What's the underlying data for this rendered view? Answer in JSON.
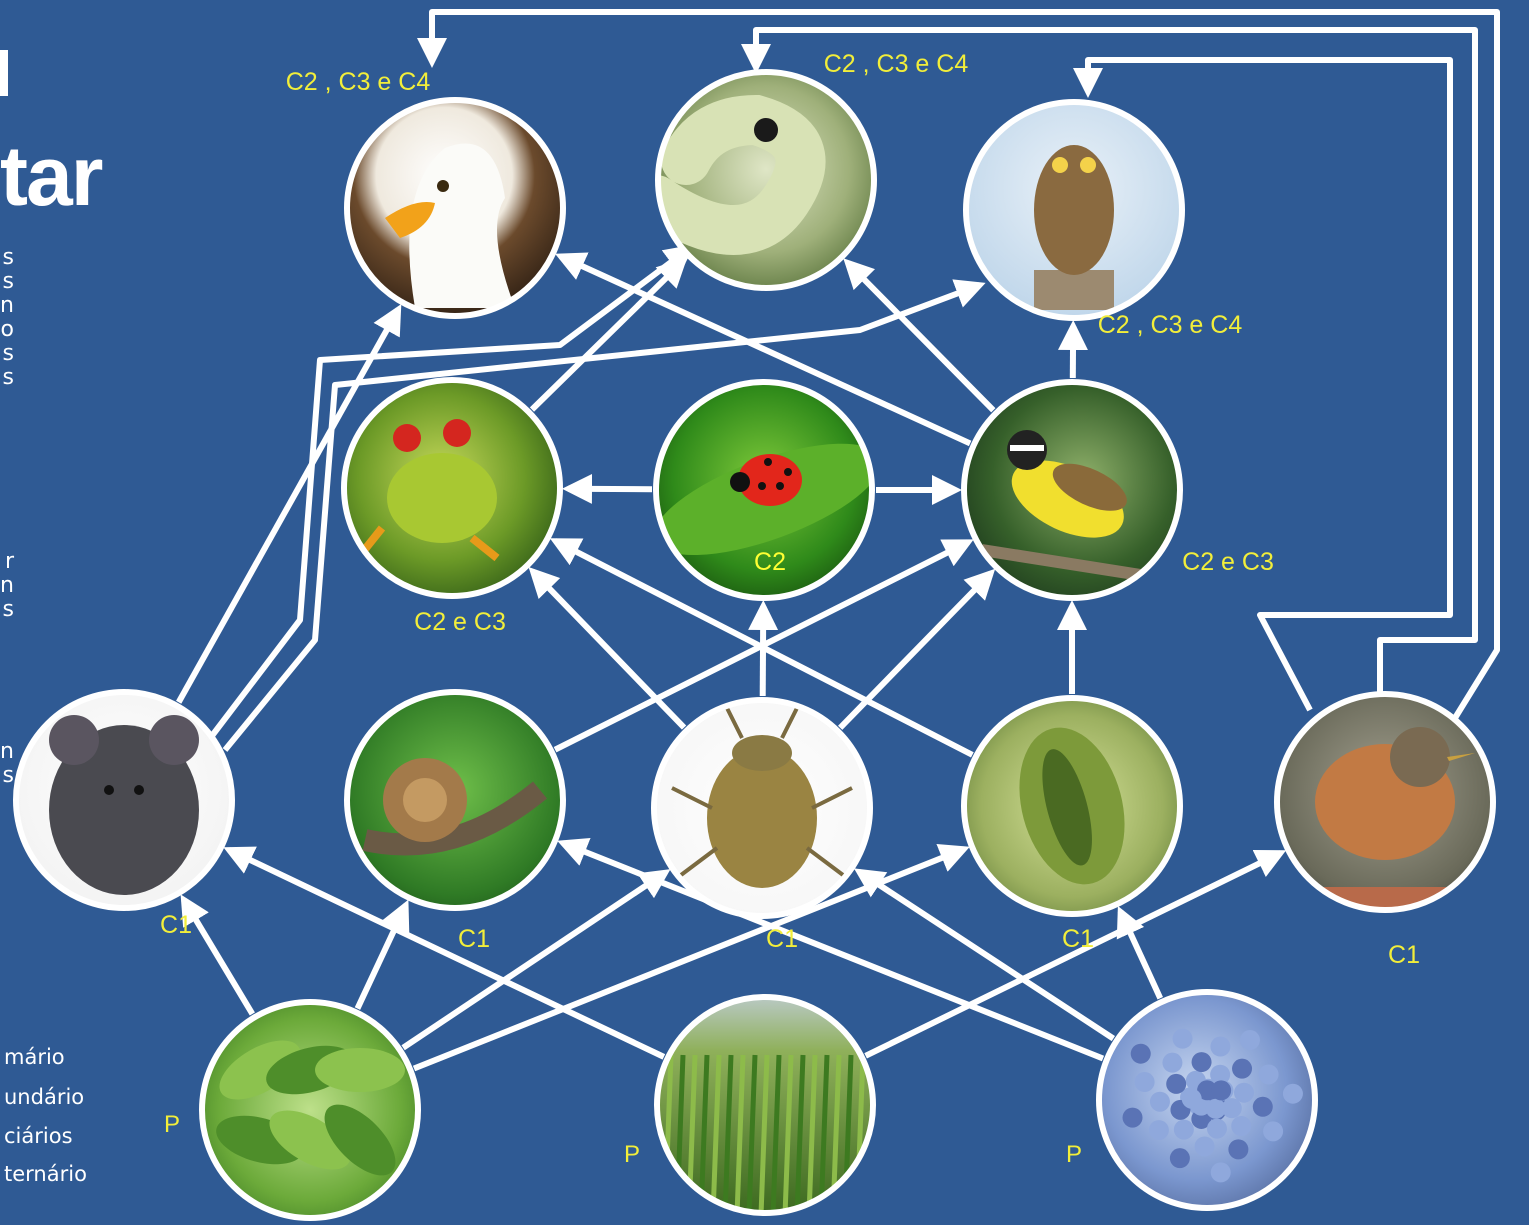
{
  "title_fragment": "tar",
  "side_fragments": {
    "block1": [
      "s",
      "s",
      "n",
      "o",
      "s",
      "s"
    ],
    "block2": [
      "r",
      "n",
      "s"
    ],
    "block3": [
      "n",
      "s"
    ]
  },
  "legend": [
    "mário",
    "undário",
    "ciários",
    "ternário"
  ],
  "nodes": [
    {
      "id": "eagle",
      "label": "C2 , C3 e C4",
      "image": "eagle"
    },
    {
      "id": "snake",
      "label": "C2 , C3 e C4",
      "image": "snake"
    },
    {
      "id": "owl",
      "label": "C2 , C3 e C4",
      "image": "owl"
    },
    {
      "id": "frog",
      "label": "C2 e C3",
      "image": "frog"
    },
    {
      "id": "ladybug",
      "label": "C2",
      "image": "ladybug"
    },
    {
      "id": "kiskadee",
      "label": "C2 e C3",
      "image": "kiskadee"
    },
    {
      "id": "mouse",
      "label": "C1",
      "image": "mouse"
    },
    {
      "id": "snail",
      "label": "C1",
      "image": "snail"
    },
    {
      "id": "stinkbug",
      "label": "C1",
      "image": "stinkbug"
    },
    {
      "id": "caterpillar",
      "label": "C1",
      "image": "caterpillar"
    },
    {
      "id": "thrush",
      "label": "C1",
      "image": "thrush"
    },
    {
      "id": "leaves",
      "label": "P",
      "image": "leaves"
    },
    {
      "id": "grass",
      "label": "P",
      "image": "grass"
    },
    {
      "id": "hydrangea",
      "label": "P",
      "image": "hydrangea"
    }
  ],
  "edges": [
    {
      "from": "leaves",
      "to": "mouse"
    },
    {
      "from": "leaves",
      "to": "snail"
    },
    {
      "from": "leaves",
      "to": "stinkbug"
    },
    {
      "from": "leaves",
      "to": "caterpillar"
    },
    {
      "from": "grass",
      "to": "mouse"
    },
    {
      "from": "grass",
      "to": "thrush"
    },
    {
      "from": "hydrangea",
      "to": "snail"
    },
    {
      "from": "hydrangea",
      "to": "stinkbug"
    },
    {
      "from": "hydrangea",
      "to": "caterpillar"
    },
    {
      "from": "mouse",
      "to": "eagle"
    },
    {
      "from": "mouse",
      "to": "snake"
    },
    {
      "from": "mouse",
      "to": "owl"
    },
    {
      "from": "snail",
      "to": "kiskadee"
    },
    {
      "from": "stinkbug",
      "to": "ladybug"
    },
    {
      "from": "stinkbug",
      "to": "frog"
    },
    {
      "from": "stinkbug",
      "to": "kiskadee"
    },
    {
      "from": "caterpillar",
      "to": "frog"
    },
    {
      "from": "caterpillar",
      "to": "kiskadee"
    },
    {
      "from": "ladybug",
      "to": "frog"
    },
    {
      "from": "ladybug",
      "to": "kiskadee"
    },
    {
      "from": "frog",
      "to": "snake"
    },
    {
      "from": "kiskadee",
      "to": "eagle"
    },
    {
      "from": "kiskadee",
      "to": "snake"
    },
    {
      "from": "kiskadee",
      "to": "owl"
    },
    {
      "from": "thrush",
      "to": "eagle"
    },
    {
      "from": "thrush",
      "to": "snake"
    },
    {
      "from": "thrush",
      "to": "owl"
    }
  ]
}
